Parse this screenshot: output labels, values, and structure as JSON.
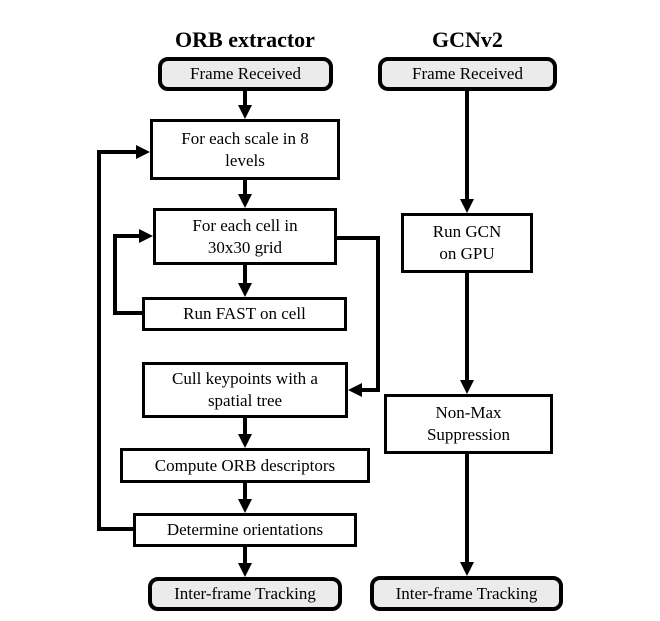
{
  "diagram": {
    "columns": {
      "left_title": "ORB extractor",
      "right_title": "GCNv2"
    },
    "nodes": {
      "frame_received_left": {
        "label": "Frame Received"
      },
      "for_each_scale": {
        "line1": "For each scale in 8",
        "line2": "levels"
      },
      "for_each_cell": {
        "line1": "For each cell in",
        "line2": "30x30 grid"
      },
      "run_fast": {
        "label": "Run FAST on cell"
      },
      "cull_keypoints": {
        "line1": "Cull keypoints with a",
        "line2": "spatial tree"
      },
      "compute_orb": {
        "label": "Compute ORB descriptors"
      },
      "determine_orientations": {
        "label": "Determine orientations"
      },
      "inter_frame_left": {
        "label": "Inter-frame Tracking"
      },
      "frame_received_right": {
        "label": "Frame Received"
      },
      "run_gcn": {
        "line1": "Run GCN",
        "line2": "on GPU"
      },
      "non_max": {
        "line1": "Non-Max",
        "line2": "Suppression"
      },
      "inter_frame_right": {
        "label": "Inter-frame Tracking"
      }
    },
    "colors": {
      "stroke": "#000000",
      "process_fill": "#ffffff",
      "terminal_fill": "#ebebeb",
      "background": "#ffffff"
    }
  }
}
